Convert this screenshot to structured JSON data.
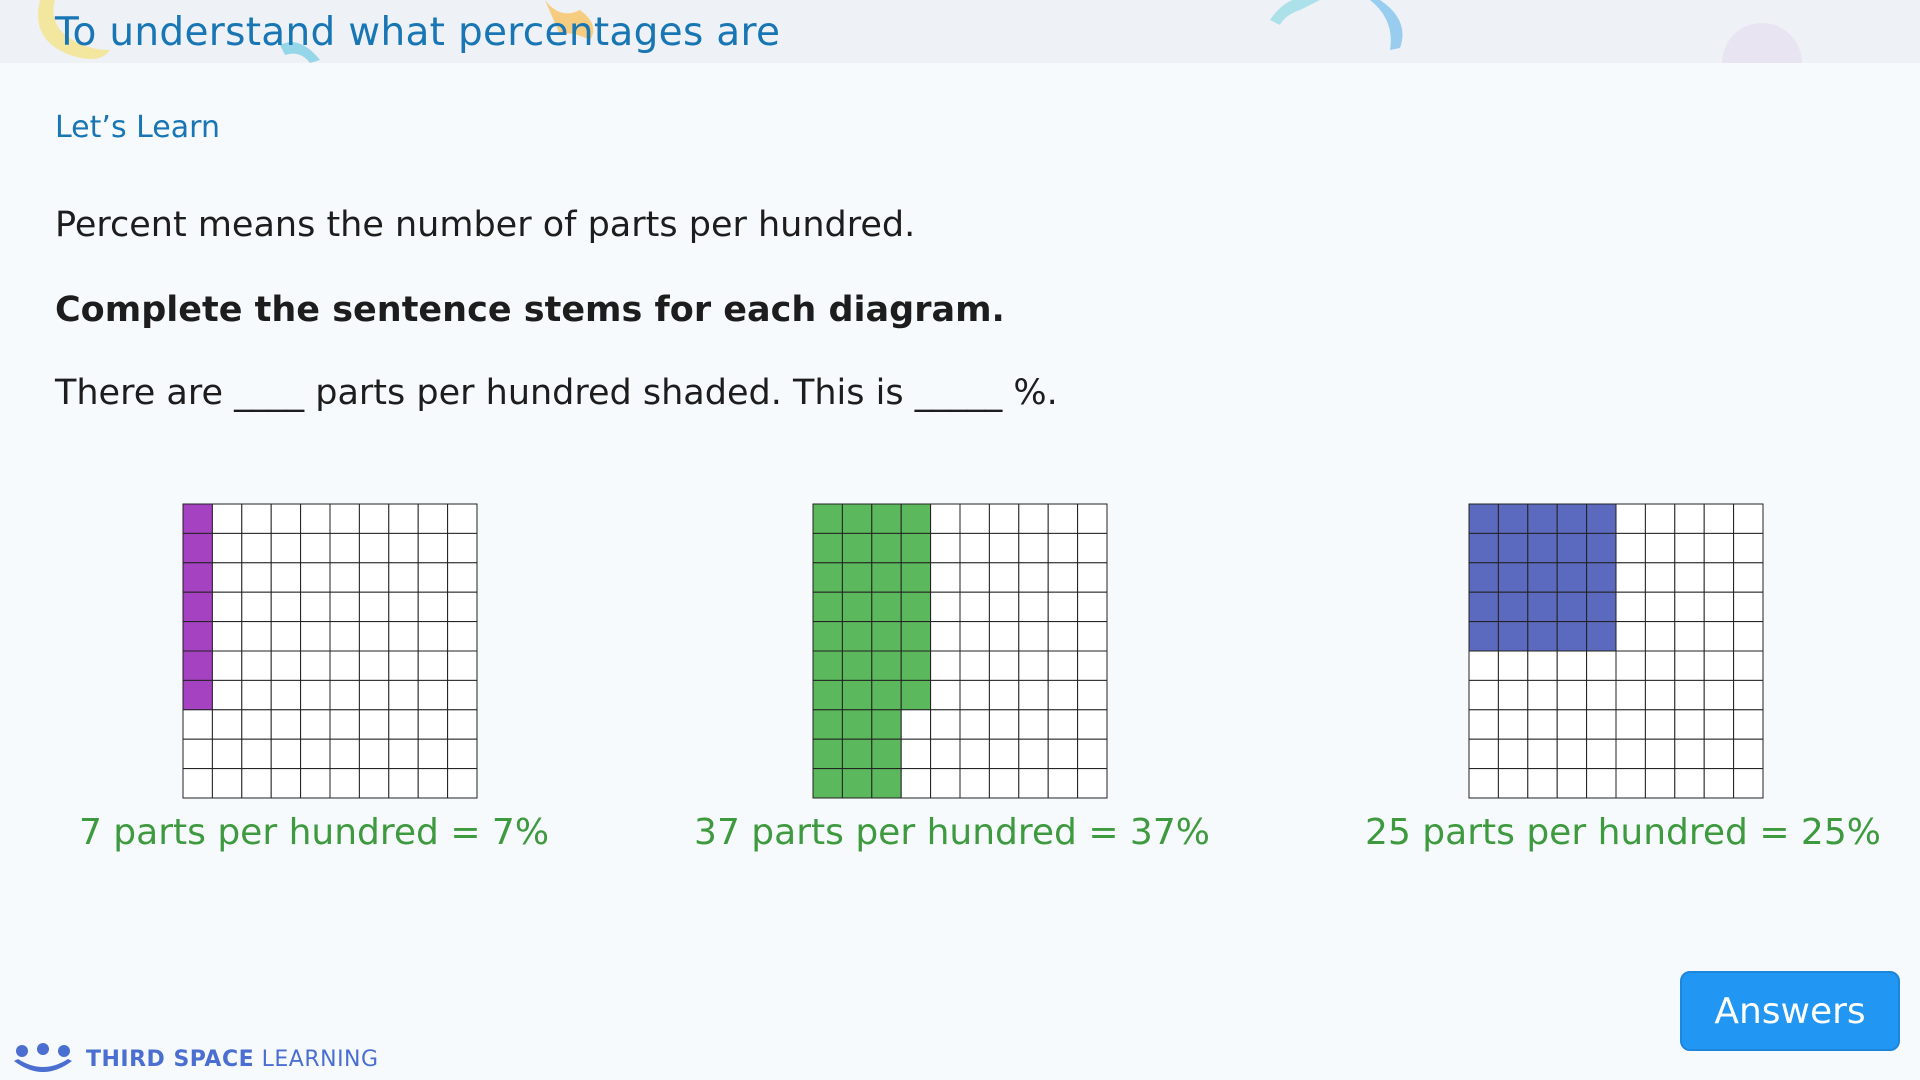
{
  "header": {
    "title": "To understand what percentages are"
  },
  "lesson": {
    "subtitle": "Let’s Learn",
    "definition": "Percent means the number of parts per hundred.",
    "instruction": "Complete the sentence stems for each diagram.",
    "sentence_stem": "There are ____ parts per hundred shaded. This is _____ %."
  },
  "diagrams": [
    {
      "caption": "7 parts per hundred = 7%",
      "shaded": 7,
      "fill_order": "column",
      "color": "#a542c2"
    },
    {
      "caption": "37 parts per hundred = 37%",
      "shaded": 37,
      "fill_order": "column",
      "color": "#5cb85c"
    },
    {
      "caption": "25 parts per hundred = 25%",
      "shaded": 25,
      "fill_order": "block-5x5",
      "color": "#5b6abf"
    }
  ],
  "answers_button": {
    "label": "Answers"
  },
  "brand": {
    "name_bold": "THIRD SPACE",
    "name_light": " LEARNING",
    "color": "#4a6fd0"
  },
  "colors": {
    "title": "#1876b4",
    "caption": "#3e9a3e",
    "button": "#2196f3"
  }
}
